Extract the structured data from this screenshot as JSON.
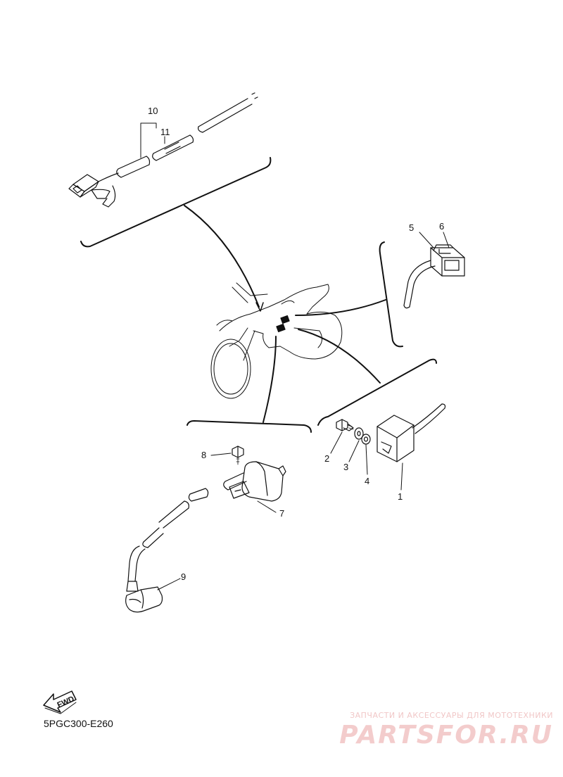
{
  "callouts": [
    "1",
    "2",
    "3",
    "4",
    "5",
    "6",
    "7",
    "8",
    "9",
    "10",
    "11"
  ],
  "fwd_label": "FWD",
  "drawing_code": "5PGC300-E260",
  "watermark": {
    "tagline": "ЗАПЧАСТИ И АКСЕССУАРЫ ДЛЯ МОТОТЕХНИКИ",
    "brand": "PARTSFOR.RU"
  },
  "colors": {
    "line": "#111111",
    "watermark": "#f3cccc"
  }
}
